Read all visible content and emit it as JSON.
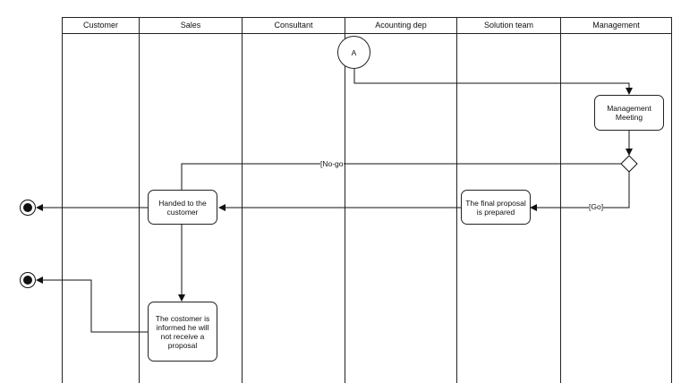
{
  "lanes": [
    "Customer",
    "Sales",
    "Consultant",
    "Acounting dep",
    "Solution team",
    "Management"
  ],
  "connector": {
    "label": "A"
  },
  "nodes": {
    "management_meeting": "Management\nMeeting",
    "final_proposal": "The final proposal\nis prepared",
    "handed_to_customer": "Handed to the\ncustomer",
    "customer_informed": "The costomer is\ninformed he will\nnot receive a\nproposal"
  },
  "guards": {
    "no_go": "[No-go",
    "go": "[Go]"
  }
}
